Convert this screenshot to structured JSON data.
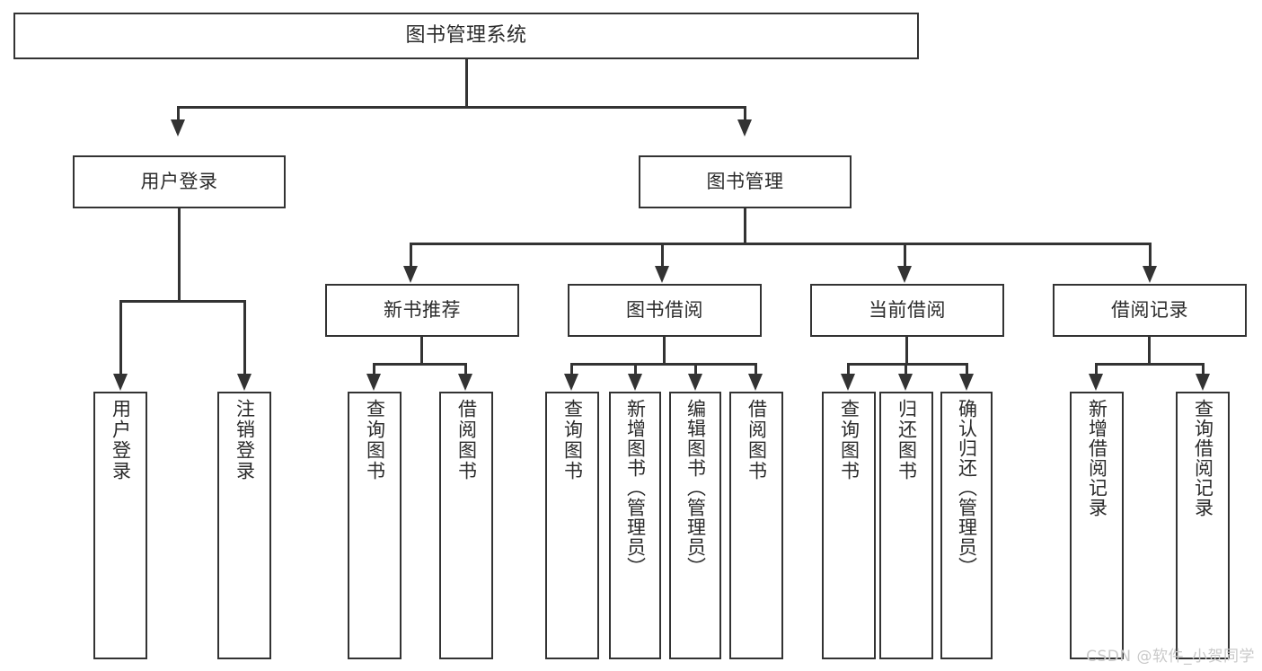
{
  "diagram": {
    "title": "图书管理系统",
    "type": "tree-hierarchy-chart",
    "root": {
      "label": "图书管理系统"
    },
    "level1": [
      {
        "label": "用户登录"
      },
      {
        "label": "图书管理"
      }
    ],
    "level2": [
      {
        "label": "新书推荐"
      },
      {
        "label": "图书借阅"
      },
      {
        "label": "当前借阅"
      },
      {
        "label": "借阅记录"
      }
    ],
    "leaves": {
      "user_login": [
        {
          "label": "用户登录"
        },
        {
          "label": "注销登录"
        }
      ],
      "new_book_recommend": [
        {
          "label": "查询图书"
        },
        {
          "label": "借阅图书"
        }
      ],
      "book_borrow": [
        {
          "label": "查询图书"
        },
        {
          "label": "新增图书（管理员）"
        },
        {
          "label": "编辑图书（管理员）"
        },
        {
          "label": "借阅图书"
        }
      ],
      "current_borrow": [
        {
          "label": "查询图书"
        },
        {
          "label": "归还图书"
        },
        {
          "label": "确认归还（管理员）"
        }
      ],
      "borrow_record": [
        {
          "label": "新增借阅记录"
        },
        {
          "label": "查询借阅记录"
        }
      ]
    }
  },
  "watermark": {
    "text": "CSDN @软件_小贺同学"
  },
  "colors": {
    "border": "#333333",
    "text": "#2b2b2b",
    "background": "#ffffff",
    "watermark": "#c9c9c9"
  }
}
